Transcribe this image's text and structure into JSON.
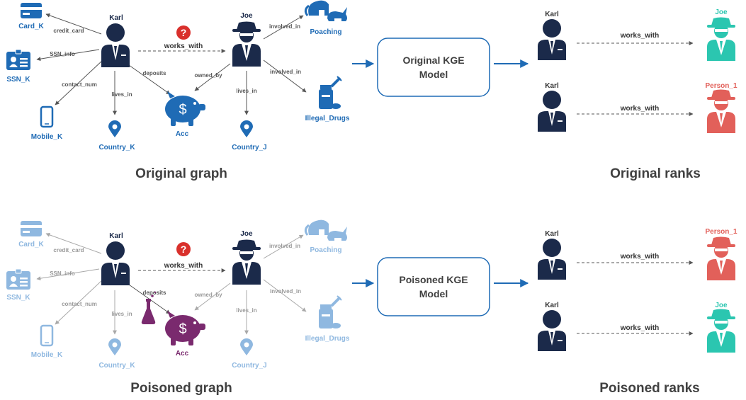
{
  "colors": {
    "blue": "#1f6bb5",
    "navy": "#1b2a4a",
    "light_blue": "#8fb8e0",
    "purple": "#7a2a6e",
    "red": "#d9302c",
    "teal": "#2bc6b0",
    "salmon": "#e2605a",
    "edge": "#555555",
    "edge_light": "#a8a8a8"
  },
  "top": {
    "nodes": {
      "card": "Card_K",
      "ssn": "SSN_K",
      "mobile": "Mobile_K",
      "karl": "Karl",
      "joe": "Joe",
      "country_k": "Country_K",
      "acc": "Acc",
      "country_j": "Country_J",
      "poaching": "Poaching",
      "drugs": "Illegal_Drugs"
    },
    "edges": {
      "credit_card": "credit_card",
      "ssn_info": "SSN_info",
      "contact_num": "contact_num",
      "lives_in_k": "lives_in",
      "deposits": "deposits",
      "owned_by": "owned_by",
      "works_with": "works_with",
      "lives_in_j": "lives_in",
      "involved_in_1": "involved_in",
      "involved_in_2": "involved_in"
    },
    "model": [
      "Original KGE",
      "Model"
    ],
    "caption": "Original graph",
    "ranks_caption": "Original ranks",
    "ranks": [
      {
        "subject": "Karl",
        "relation": "works_with",
        "object": "Joe"
      },
      {
        "subject": "Karl",
        "relation": "works_with",
        "object": "Person_1"
      }
    ]
  },
  "bottom": {
    "nodes": {
      "card": "Card_K",
      "ssn": "SSN_K",
      "mobile": "Mobile_K",
      "karl": "Karl",
      "joe": "Joe",
      "country_k": "Country_K",
      "acc": "Acc",
      "country_j": "Country_J",
      "poaching": "Poaching",
      "drugs": "Illegal_Drugs"
    },
    "edges": {
      "credit_card": "credit_card",
      "ssn_info": "SSN_info",
      "contact_num": "contact_num",
      "lives_in_k": "lives_in",
      "deposits": "deposits",
      "owned_by": "owned_by",
      "works_with": "works_with",
      "lives_in_j": "lives_in",
      "involved_in_1": "involved_in",
      "involved_in_2": "involved_in"
    },
    "model": [
      "Poisoned KGE",
      "Model"
    ],
    "caption": "Poisoned graph",
    "ranks_caption": "Poisoned ranks",
    "ranks": [
      {
        "subject": "Karl",
        "relation": "works_with",
        "object": "Person_1"
      },
      {
        "subject": "Karl",
        "relation": "works_with",
        "object": "Joe"
      }
    ]
  },
  "icons": {
    "question": "question-mark-icon",
    "person": "person-icon",
    "spy": "spy-icon",
    "card": "credit-card-icon",
    "id": "id-card-icon",
    "phone": "mobile-phone-icon",
    "pin": "location-pin-icon",
    "piggy": "piggy-bank-icon",
    "animals": "elephant-rhino-icon",
    "drugs": "syringe-pills-icon",
    "flask": "flask-icon"
  }
}
